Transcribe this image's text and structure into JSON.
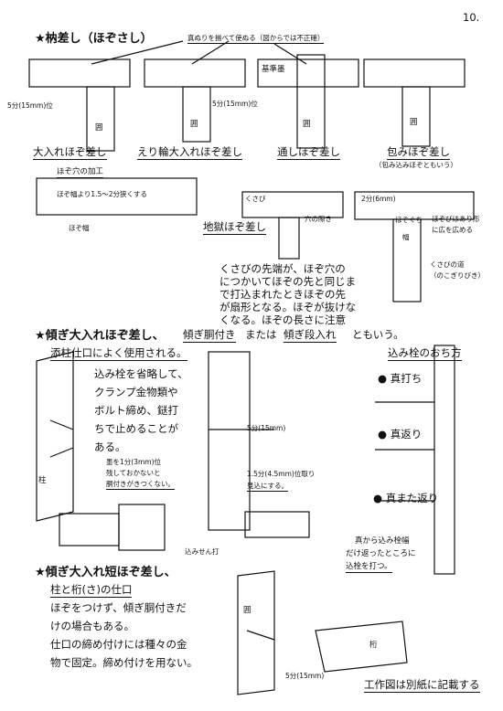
{
  "page_number": "10.",
  "s1": {
    "title": "★枘差し（ほぞさし）",
    "note_top": "真ぬりを揃べて使ぬる（図からでは不正確）",
    "kijunzumi": "基準墨",
    "dim_5bu_left": "5分(15mm)位",
    "dim_5bu_mid": "5分(15mm)位",
    "mark": "囲",
    "lab_1": "大入れほぞ差し",
    "lab_2": "えり輪大入れほぞ差し",
    "lab_3": "通しほぞ差し",
    "lab_4": "包みほぞ差し",
    "lab_4_sub": "（包み込みほぞともいう）"
  },
  "s2": {
    "hozo_kakou": "ほぞ穴の加工",
    "hozo_haba_note": "ほぞ幅より1.5～2分狭くする",
    "hozo_haba": "ほぞ幅",
    "kusabi": "くさび",
    "ana_no_sukima": "穴の隙き",
    "jigoku": "地獄ほぞ差し",
    "nibu": "2分(6mm)",
    "haba": "幅",
    "kaku_kusabi": "ほぞぐち",
    "kusabi_ari_note_1": "ほぞびはあり形",
    "kusabi_ari_note_2": "に広を広める",
    "kusabi_michi": "くさびの道",
    "nokogiri": "（のこぎりびき）",
    "exp_1": "くさびの先端が、ほぞ穴の",
    "exp_2": "につかいてほぞの先と同じま",
    "exp_3": "で打込まれたときほぞの先",
    "exp_4": "が扇形となる。ほぞが抜けな",
    "exp_5": "くなる。ほぞの長さに注意"
  },
  "s3": {
    "title": "★傾ぎ大入れほぞ差し、",
    "alt_1": "傾ぎ胴付き",
    "mata": "または",
    "alt_2": "傾ぎ段入れ",
    "toiu": "ともいう。",
    "sub": "添柱仕口によく使用される。",
    "desc_1": "込み栓を省略して、",
    "desc_2": "クランプ金物類や",
    "desc_3": "ボルト締め、鎹打",
    "desc_4": "ちで止めることが",
    "desc_5": "ある。",
    "komisen_title": "込み栓のおち方",
    "k1": "● 真打ち",
    "k2": "● 真返り",
    "k3": "● 真また返り",
    "bottom_note_1": "真から込み栓幅",
    "bottom_note_2": "だけ返ったところに",
    "bottom_note_3": "込栓を打つ。",
    "hashira": "柱",
    "dim_5bu": "5分(15mm)",
    "sumi_1": "墨を1分(3mm)位",
    "sumi_2": "残しておかないと",
    "sumi_3": "胴付きがきつくない。",
    "dim_15": "1.5分(4.5mm)位取り",
    "mikomi": "見込にする。",
    "komisen": "込みせん打"
  },
  "s4": {
    "title": "★傾ぎ大入れ短ほぞ差し、",
    "sub": "柱と桁(さ)の仕口",
    "d1": "ほぞをつけず、傾ぎ胴付きだ",
    "d2": "けの場合もある。",
    "d3": "仕口の締め付けには種々の金",
    "d4": "物で固定。締め付けを用ない。",
    "dim_5bu": "5分(15mm)",
    "mark_a": "囲",
    "mark_b": "桁",
    "footer": "工作図は別紙に記載する"
  }
}
